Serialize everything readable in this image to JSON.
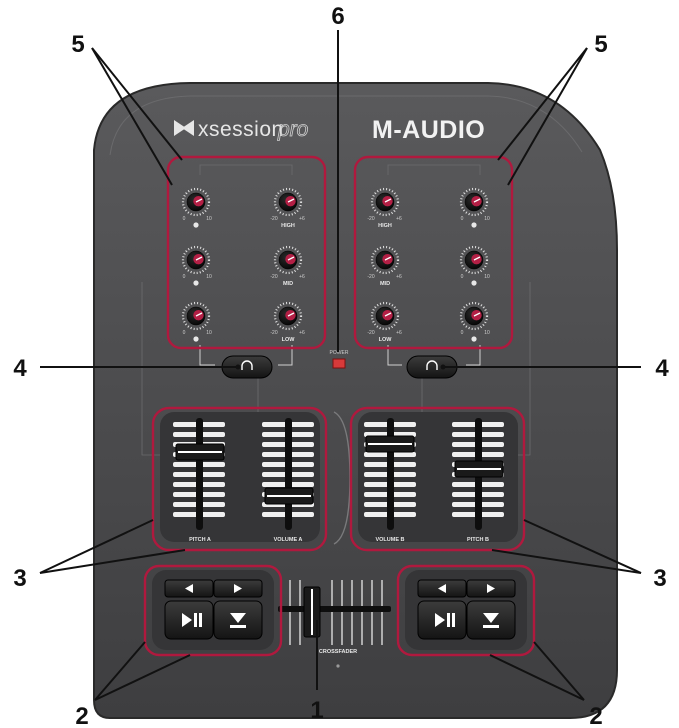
{
  "device": {
    "brand": "M-AUDIO",
    "product_name": "xsession",
    "product_suffix": "pro"
  },
  "labels": {
    "power": "POWER",
    "pitch_a": "PITCH A",
    "volume_a": "VOLUME A",
    "volume_b": "VOLUME B",
    "pitch_b": "PITCH B",
    "crossfader": "CROSSFADER",
    "high": "HIGH",
    "mid": "MID",
    "low": "LOW",
    "scale_min": "0",
    "scale_max": "10",
    "eq_min": "-20",
    "eq_max": "+6"
  },
  "callouts": [
    "1",
    "2",
    "3",
    "4",
    "5",
    "6"
  ],
  "colors": {
    "body": "#4b4b4d",
    "highlight": "#b0193e",
    "knob_cap": "#b31f45",
    "power_led": "#d83a3a"
  }
}
